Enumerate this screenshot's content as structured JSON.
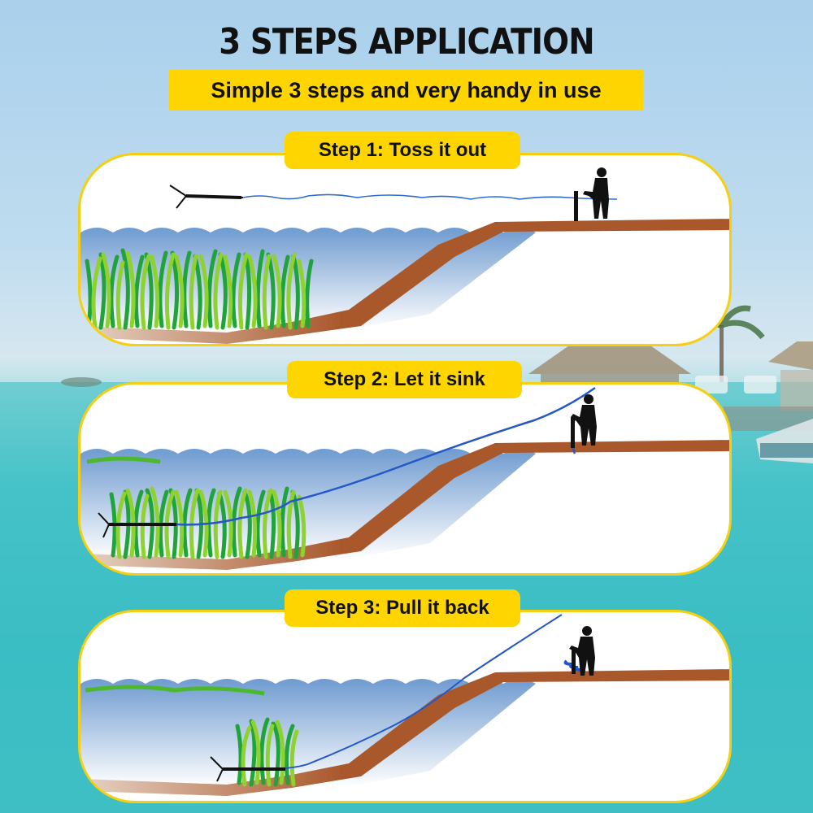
{
  "header": {
    "title": "3 STEPS APPLICATION",
    "subtitle": "Simple 3 steps and very handy in use"
  },
  "steps": [
    {
      "label": "Step 1: Toss it out",
      "illustration": "rake-thrown-into-water"
    },
    {
      "label": "Step 2: Let it sink",
      "illustration": "rake-sinks-into-weeds"
    },
    {
      "label": "Step 3: Pull it back",
      "illustration": "rake-pulled-back-with-weeds"
    }
  ],
  "colors": {
    "accent_yellow": "#ffd500",
    "panel_border": "#f5cf10",
    "ground_brown": "#a9582b",
    "water_blue": "#7fa9d6",
    "rope_blue": "#2457c8",
    "weed_green": "#4cb82c"
  }
}
